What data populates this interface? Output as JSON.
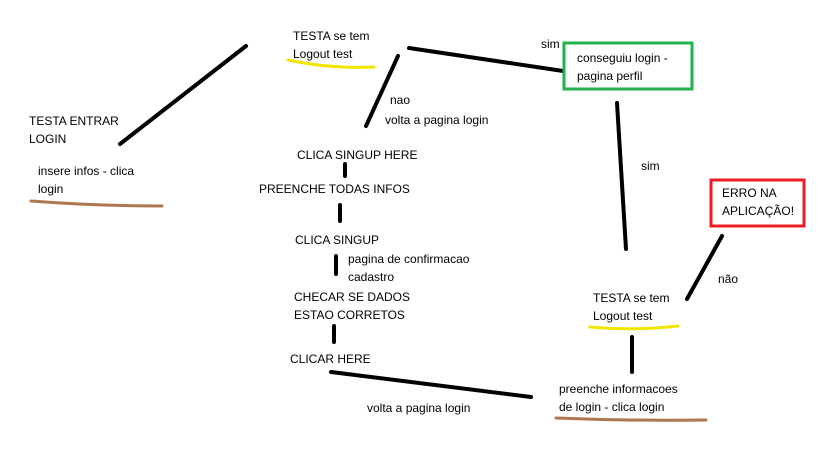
{
  "nodes": {
    "test_enter_login": "TESTA ENTRAR\nLOGIN",
    "insert_info_login": "insere infos - clica\nlogin",
    "test_logout_top": "TESTA se tem\nLogout test",
    "success_page": "conseguiu login -\npagina perfil",
    "click_signup_here": "CLICA SINGUP HERE",
    "fill_all_info": "PREENCHE TODAS INFOS",
    "click_signup": "CLICA SINGUP",
    "confirm_page": "pagina de confirmacao\ncadastro",
    "check_data": "CHECAR SE DADOS\nESTAO CORRETOS",
    "click_here": "CLICAR HERE",
    "error_app": "ERRO NA\nAPLICAÇÃO!",
    "test_logout_bottom": "TESTA se tem\nLogout test",
    "fill_login_info": "preenche informacoes\nde login - clica login"
  },
  "edge_labels": {
    "sim_top": "sim",
    "nao_top": "nao",
    "back_login_top": "volta a pagina login",
    "sim_right": "sim",
    "nao_right": "não",
    "back_login_bottom": "volta a pagina login"
  },
  "colors": {
    "line": "#000000",
    "underline_yellow": "#f2e600",
    "underline_brown": "#b07850",
    "box_green": "#22b14c",
    "box_red": "#ed1c24"
  }
}
